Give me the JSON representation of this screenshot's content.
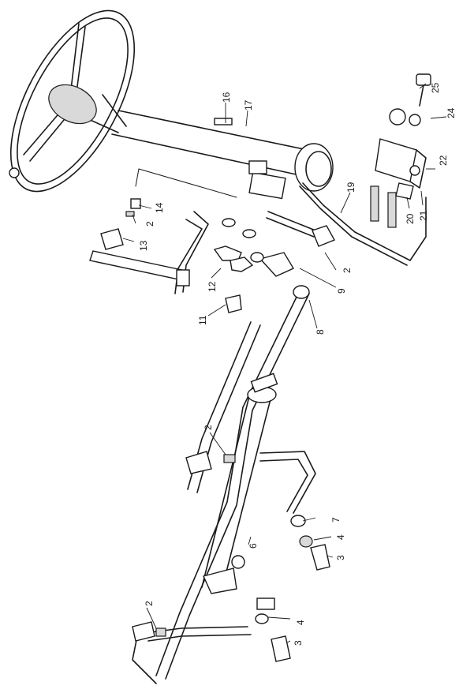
{
  "figure": {
    "type": "exploded parts diagram",
    "colors": {
      "ink": "#1a1a1a",
      "background": "#ffffff",
      "shading": "#d9d9d9"
    }
  },
  "callouts": {
    "c2a": "2",
    "c2b": "2",
    "c2c": "2",
    "c2d": "2",
    "c3a": "3",
    "c3b": "3",
    "c4a": "4",
    "c4b": "4",
    "c6": "6",
    "c7": "7",
    "c8": "8",
    "c9": "9",
    "c11": "11",
    "c12": "12",
    "c13": "13",
    "c14": "14",
    "c16": "16",
    "c17": "17",
    "c19": "19",
    "c20": "20",
    "c21": "21",
    "c22": "22",
    "c24": "24",
    "c25": "25"
  }
}
